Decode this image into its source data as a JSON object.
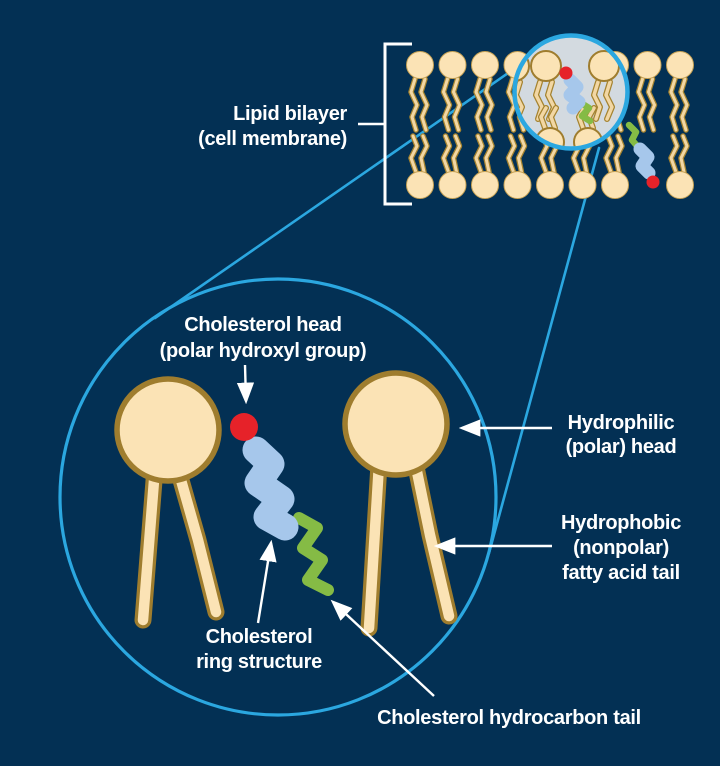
{
  "figure": {
    "name": "Cholesterol in the lipid bilayer diagram",
    "top_row_lipids": 9,
    "bottom_row_lipids": 8,
    "free_cholesterol_count": 2
  },
  "labels": {
    "lipid_bilayer": [
      "Lipid bilayer",
      "(cell membrane)"
    ],
    "cholesterol_head": [
      "Cholesterol head",
      "(polar hydroxyl group)"
    ],
    "hydrophilic_head": [
      "Hydrophilic",
      "(polar) head"
    ],
    "hydrophobic_tail": [
      "Hydrophobic",
      "(nonpolar)",
      "fatty acid tail"
    ],
    "cholesterol_ring": [
      "Cholesterol",
      "ring structure"
    ],
    "cholesterol_hydrocarbon_tail": [
      "Cholesterol hydrocarbon tail"
    ]
  },
  "colors": {
    "background": "#033054",
    "head_fill": "#fbe3b5",
    "head_stroke": "#9f7d2e",
    "tail_inner": "#f2d7a4",
    "tail_outline": "#a5832f",
    "cholesterol_head_red": "#e62229",
    "cholesterol_ring_blue": "#a6c7eb",
    "cholesterol_tail_green": "#85bb45",
    "accent_cyan": "#2ba7e0",
    "magnifier_fill": "#d3dae0",
    "label_white": "#ffffff"
  }
}
